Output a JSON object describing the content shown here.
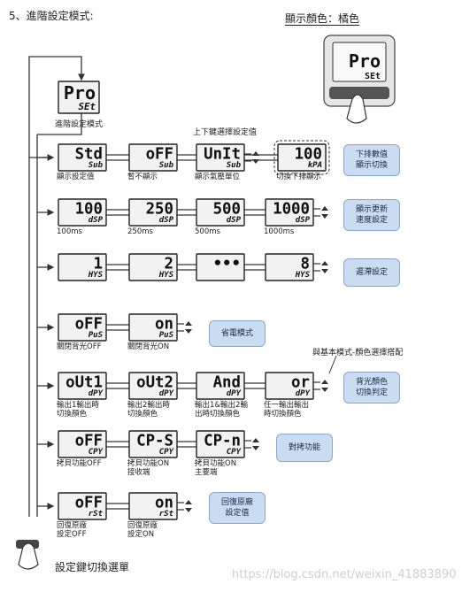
{
  "title": "5、進階設定模式:",
  "display_color_label": "顯示顏色：橘色",
  "top_panel": {
    "main": "Pro",
    "sub": "SEt"
  },
  "pro_label": "進階設定模式",
  "updown_note": "上下鍵選擇設定值",
  "basic_mode_note": "與基本模式-顏色選擇搭配",
  "footer_label": "設定鍵切換選單",
  "watermark": "https://blog.csdn.net/weixin_41883890",
  "rows": [
    {
      "panels": [
        {
          "main": "Std",
          "sub": "Sub",
          "label": "顯示設定值"
        },
        {
          "main": "oFF",
          "sub": "Sub",
          "label": "暫不顯示"
        },
        {
          "main": "UnIt",
          "sub": "Sub",
          "label": "顯示氣壓單位"
        },
        {
          "main": "100",
          "sub": "kPA",
          "label": "切換下排顯示",
          "dashed": true
        }
      ],
      "box": [
        "下排數值",
        "顯示切換"
      ]
    },
    {
      "panels": [
        {
          "main": "100",
          "sub": "dSP",
          "label": "100ms"
        },
        {
          "main": "250",
          "sub": "dSP",
          "label": "250ms"
        },
        {
          "main": "500",
          "sub": "dSP",
          "label": "500ms"
        },
        {
          "main": "1000",
          "sub": "dSP",
          "label": "1000ms"
        }
      ],
      "box": [
        "顯示更新",
        "速度設定"
      ]
    },
    {
      "panels": [
        {
          "main": "1",
          "sub": "HYS",
          "label": ""
        },
        {
          "main": "2",
          "sub": "HYS",
          "label": ""
        },
        {
          "main": "•••",
          "sub": "",
          "label": ""
        },
        {
          "main": "8",
          "sub": "HYS",
          "label": ""
        }
      ],
      "box": [
        "遲滯設定"
      ]
    },
    {
      "panels": [
        {
          "main": "oFF",
          "sub": "PuS",
          "label": "關閉背光OFF"
        },
        {
          "main": "on",
          "sub": "PuS",
          "label": "關閉背光ON"
        }
      ],
      "box": [
        "省電模式"
      ]
    },
    {
      "panels": [
        {
          "main": "oUt1",
          "sub": "dPY",
          "label": "輸出1輸出時|切換顏色"
        },
        {
          "main": "oUt2",
          "sub": "dPY",
          "label": "輸出2輸出時|切換顏色"
        },
        {
          "main": "And",
          "sub": "dPY",
          "label": "輸出1&輸出2輸|出時切換顏色"
        },
        {
          "main": "or",
          "sub": "dPY",
          "label": "任一輸出輸出|時切換顏色"
        }
      ],
      "box": [
        "背光顏色",
        "切換判定"
      ]
    },
    {
      "panels": [
        {
          "main": "oFF",
          "sub": "CPY",
          "label": "拷貝功能OFF"
        },
        {
          "main": "CP-S",
          "sub": "CPY",
          "label": "拷貝功能ON|接收端"
        },
        {
          "main": "CP-n",
          "sub": "CPY",
          "label": "拷貝功能ON|主要端"
        }
      ],
      "box": [
        "對拷功能"
      ]
    },
    {
      "panels": [
        {
          "main": "oFF",
          "sub": "rSt",
          "label": "回復原廠|設定OFF"
        },
        {
          "main": "on",
          "sub": "rSt",
          "label": "回復原廠|設定ON"
        }
      ],
      "box": [
        "回復原廠",
        "設定值"
      ]
    }
  ]
}
